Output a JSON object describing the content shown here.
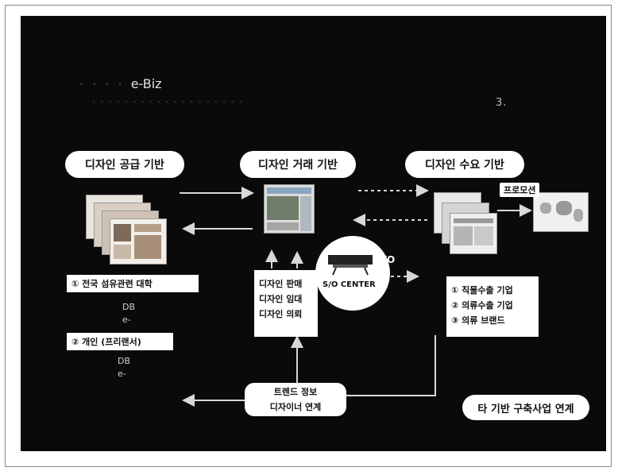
{
  "slide": {
    "title": "e-Biz",
    "subtitle_left": "",
    "subtitle_right": "3."
  },
  "pills": {
    "supply": "디자인 공급 기반",
    "trade": "디자인 거래 기반",
    "demand": "디자인 수요 기반",
    "other": "타 기반 구축사업 연계"
  },
  "supply_labels": {
    "university": "① 전국 섬유관련 대학",
    "individual": "② 개인 (프리랜서)",
    "db1": "DB",
    "db2": "DB",
    "e1": "e-",
    "e2": "e-"
  },
  "trade_box": {
    "lines": [
      "디자인 판매",
      "디자인 임대",
      "디자인 의뢰"
    ]
  },
  "so_center": {
    "label": "S/O CENTER",
    "tag": "S/O"
  },
  "demand_box": {
    "lines": [
      "① 직물수출 기업",
      "② 의류수출 기업",
      "③ 의류 브랜드"
    ]
  },
  "promotion": "프로모션",
  "trend_box": {
    "lines": [
      "트렌드 정보",
      "디자이너 연계"
    ]
  },
  "colors": {
    "slide_bg": "#0a0a0a",
    "box_bg": "#ffffff",
    "arrow": "#d8d8d8"
  }
}
